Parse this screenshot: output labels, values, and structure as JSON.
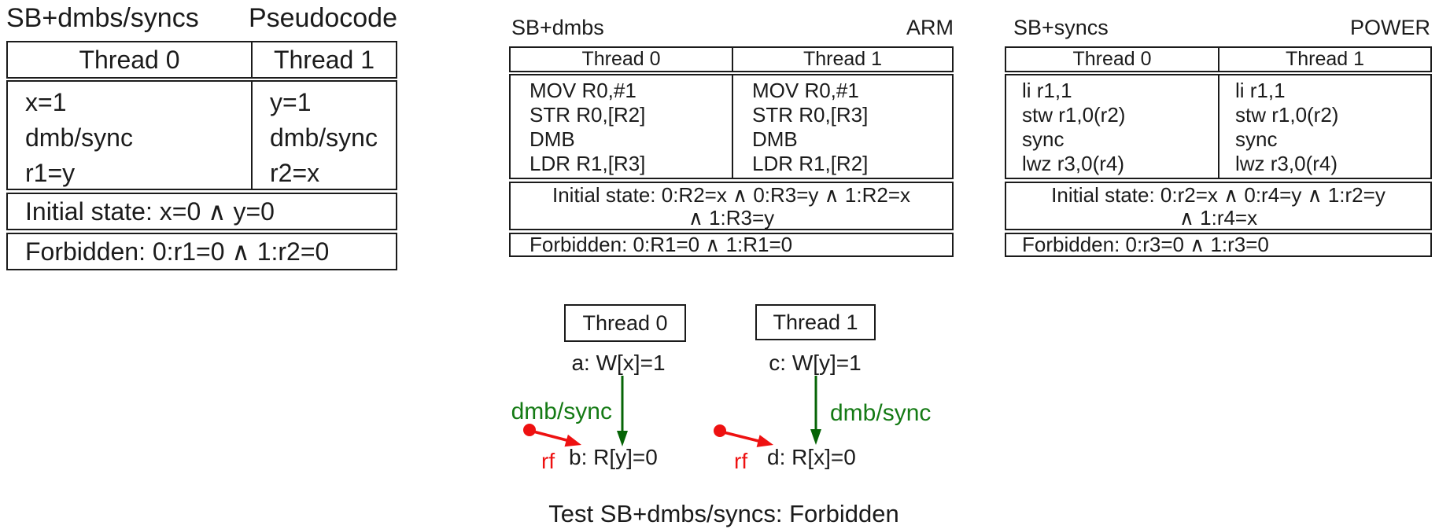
{
  "colors": {
    "green_text": "#147a14",
    "green_arrow": "#066406",
    "red": "#ee1111",
    "ink": "#1b1b1b",
    "background": "#ffffff"
  },
  "tables": {
    "pseudocode": {
      "name": "SB+dmbs/syncs",
      "arch": "Pseudocode",
      "headers": [
        "Thread 0",
        "Thread 1"
      ],
      "thread0": [
        "x=1",
        "dmb/sync",
        "r1=y"
      ],
      "thread1": [
        "y=1",
        "dmb/sync",
        "r2=x"
      ],
      "initial_lines": [
        "Initial state: x=0 ∧ y=0"
      ],
      "forbidden": "Forbidden: 0:r1=0 ∧ 1:r2=0"
    },
    "arm": {
      "name": "SB+dmbs",
      "arch": "ARM",
      "headers": [
        "Thread 0",
        "Thread 1"
      ],
      "thread0": [
        "MOV R0,#1",
        "STR R0,[R2]",
        "DMB",
        "LDR R1,[R3]"
      ],
      "thread1": [
        "MOV R0,#1",
        "STR R0,[R3]",
        "DMB",
        "LDR R1,[R2]"
      ],
      "initial_lines": [
        "Initial state: 0:R2=x ∧ 0:R3=y ∧ 1:R2=x",
        "∧ 1:R3=y"
      ],
      "forbidden": "Forbidden: 0:R1=0 ∧ 1:R1=0"
    },
    "power": {
      "name": "SB+syncs",
      "arch": "POWER",
      "headers": [
        "Thread 0",
        "Thread 1"
      ],
      "thread0": [
        "li r1,1",
        "stw r1,0(r2)",
        "sync",
        "lwz r3,0(r4)"
      ],
      "thread1": [
        "li r1,1",
        "stw r1,0(r2)",
        "sync",
        "lwz r3,0(r4)"
      ],
      "initial_lines": [
        "Initial state: 0:r2=x ∧ 0:r4=y ∧ 1:r2=y",
        "∧ 1:r4=x"
      ],
      "forbidden": "Forbidden: 0:r3=0 ∧ 1:r3=0"
    }
  },
  "diagram": {
    "thread0_box": "Thread 0",
    "thread1_box": "Thread 1",
    "event_a": "a: W[x]=1",
    "event_b": "b: R[y]=0",
    "event_c": "c: W[y]=1",
    "event_d": "d: R[x]=0",
    "barrier_label_left": "dmb/sync",
    "barrier_label_right": "dmb/sync",
    "rf_label_left": "rf",
    "rf_label_right": "rf",
    "caption": "Test SB+dmbs/syncs: Forbidden"
  }
}
